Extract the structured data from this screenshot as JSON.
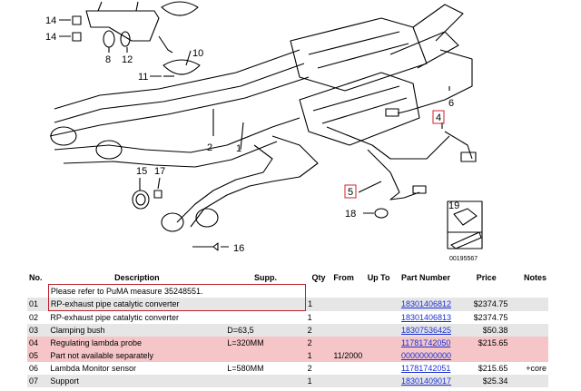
{
  "diagram": {
    "reference_code": "00195567",
    "callouts": [
      "14",
      "14",
      "8",
      "12",
      "10",
      "11",
      "2",
      "1",
      "6",
      "4",
      "5",
      "15",
      "17",
      "18",
      "19",
      "16"
    ]
  },
  "table": {
    "headers": {
      "no": "No.",
      "description": "Description",
      "supp": "Supp.",
      "qty": "Qty",
      "from": "From",
      "upto": "Up To",
      "part_number": "Part Number",
      "price": "Price",
      "notes": "Notes"
    },
    "notice": "Please refer to PuMA measure 35248551.",
    "rows": [
      {
        "no": "01",
        "description": "RP-exhaust pipe catalytic converter",
        "supp": "",
        "qty": "1",
        "from": "",
        "upto": "",
        "part_number": "18301406812",
        "price": "$2374.75",
        "notes": "",
        "style": "shade"
      },
      {
        "no": "02",
        "description": "RP-exhaust pipe catalytic converter",
        "supp": "",
        "qty": "1",
        "from": "",
        "upto": "",
        "part_number": "18301406813",
        "price": "$2374.75",
        "notes": "",
        "style": "plain"
      },
      {
        "no": "03",
        "description": "Clamping bush",
        "supp": "D=63,5",
        "qty": "2",
        "from": "",
        "upto": "",
        "part_number": "18307536425",
        "price": "$50.38",
        "notes": "",
        "style": "shade"
      },
      {
        "no": "04",
        "description": "Regulating lambda probe",
        "supp": "L=320MM",
        "qty": "2",
        "from": "",
        "upto": "",
        "part_number": "11781742050",
        "price": "$215.65",
        "notes": "",
        "style": "red"
      },
      {
        "no": "05",
        "description": "Part not available separately",
        "supp": "",
        "qty": "1",
        "from": "11/2000",
        "upto": "",
        "part_number": "00000000000",
        "price": "",
        "notes": "",
        "style": "red"
      },
      {
        "no": "06",
        "description": "Lambda Monitor sensor",
        "supp": "L=580MM",
        "qty": "2",
        "from": "",
        "upto": "",
        "part_number": "11781742051",
        "price": "$215.65",
        "notes": "+core",
        "style": "plain"
      },
      {
        "no": "07",
        "description": "Support",
        "supp": "",
        "qty": "1",
        "from": "",
        "upto": "",
        "part_number": "18301409017",
        "price": "$25.34",
        "notes": "",
        "style": "shade"
      }
    ]
  }
}
